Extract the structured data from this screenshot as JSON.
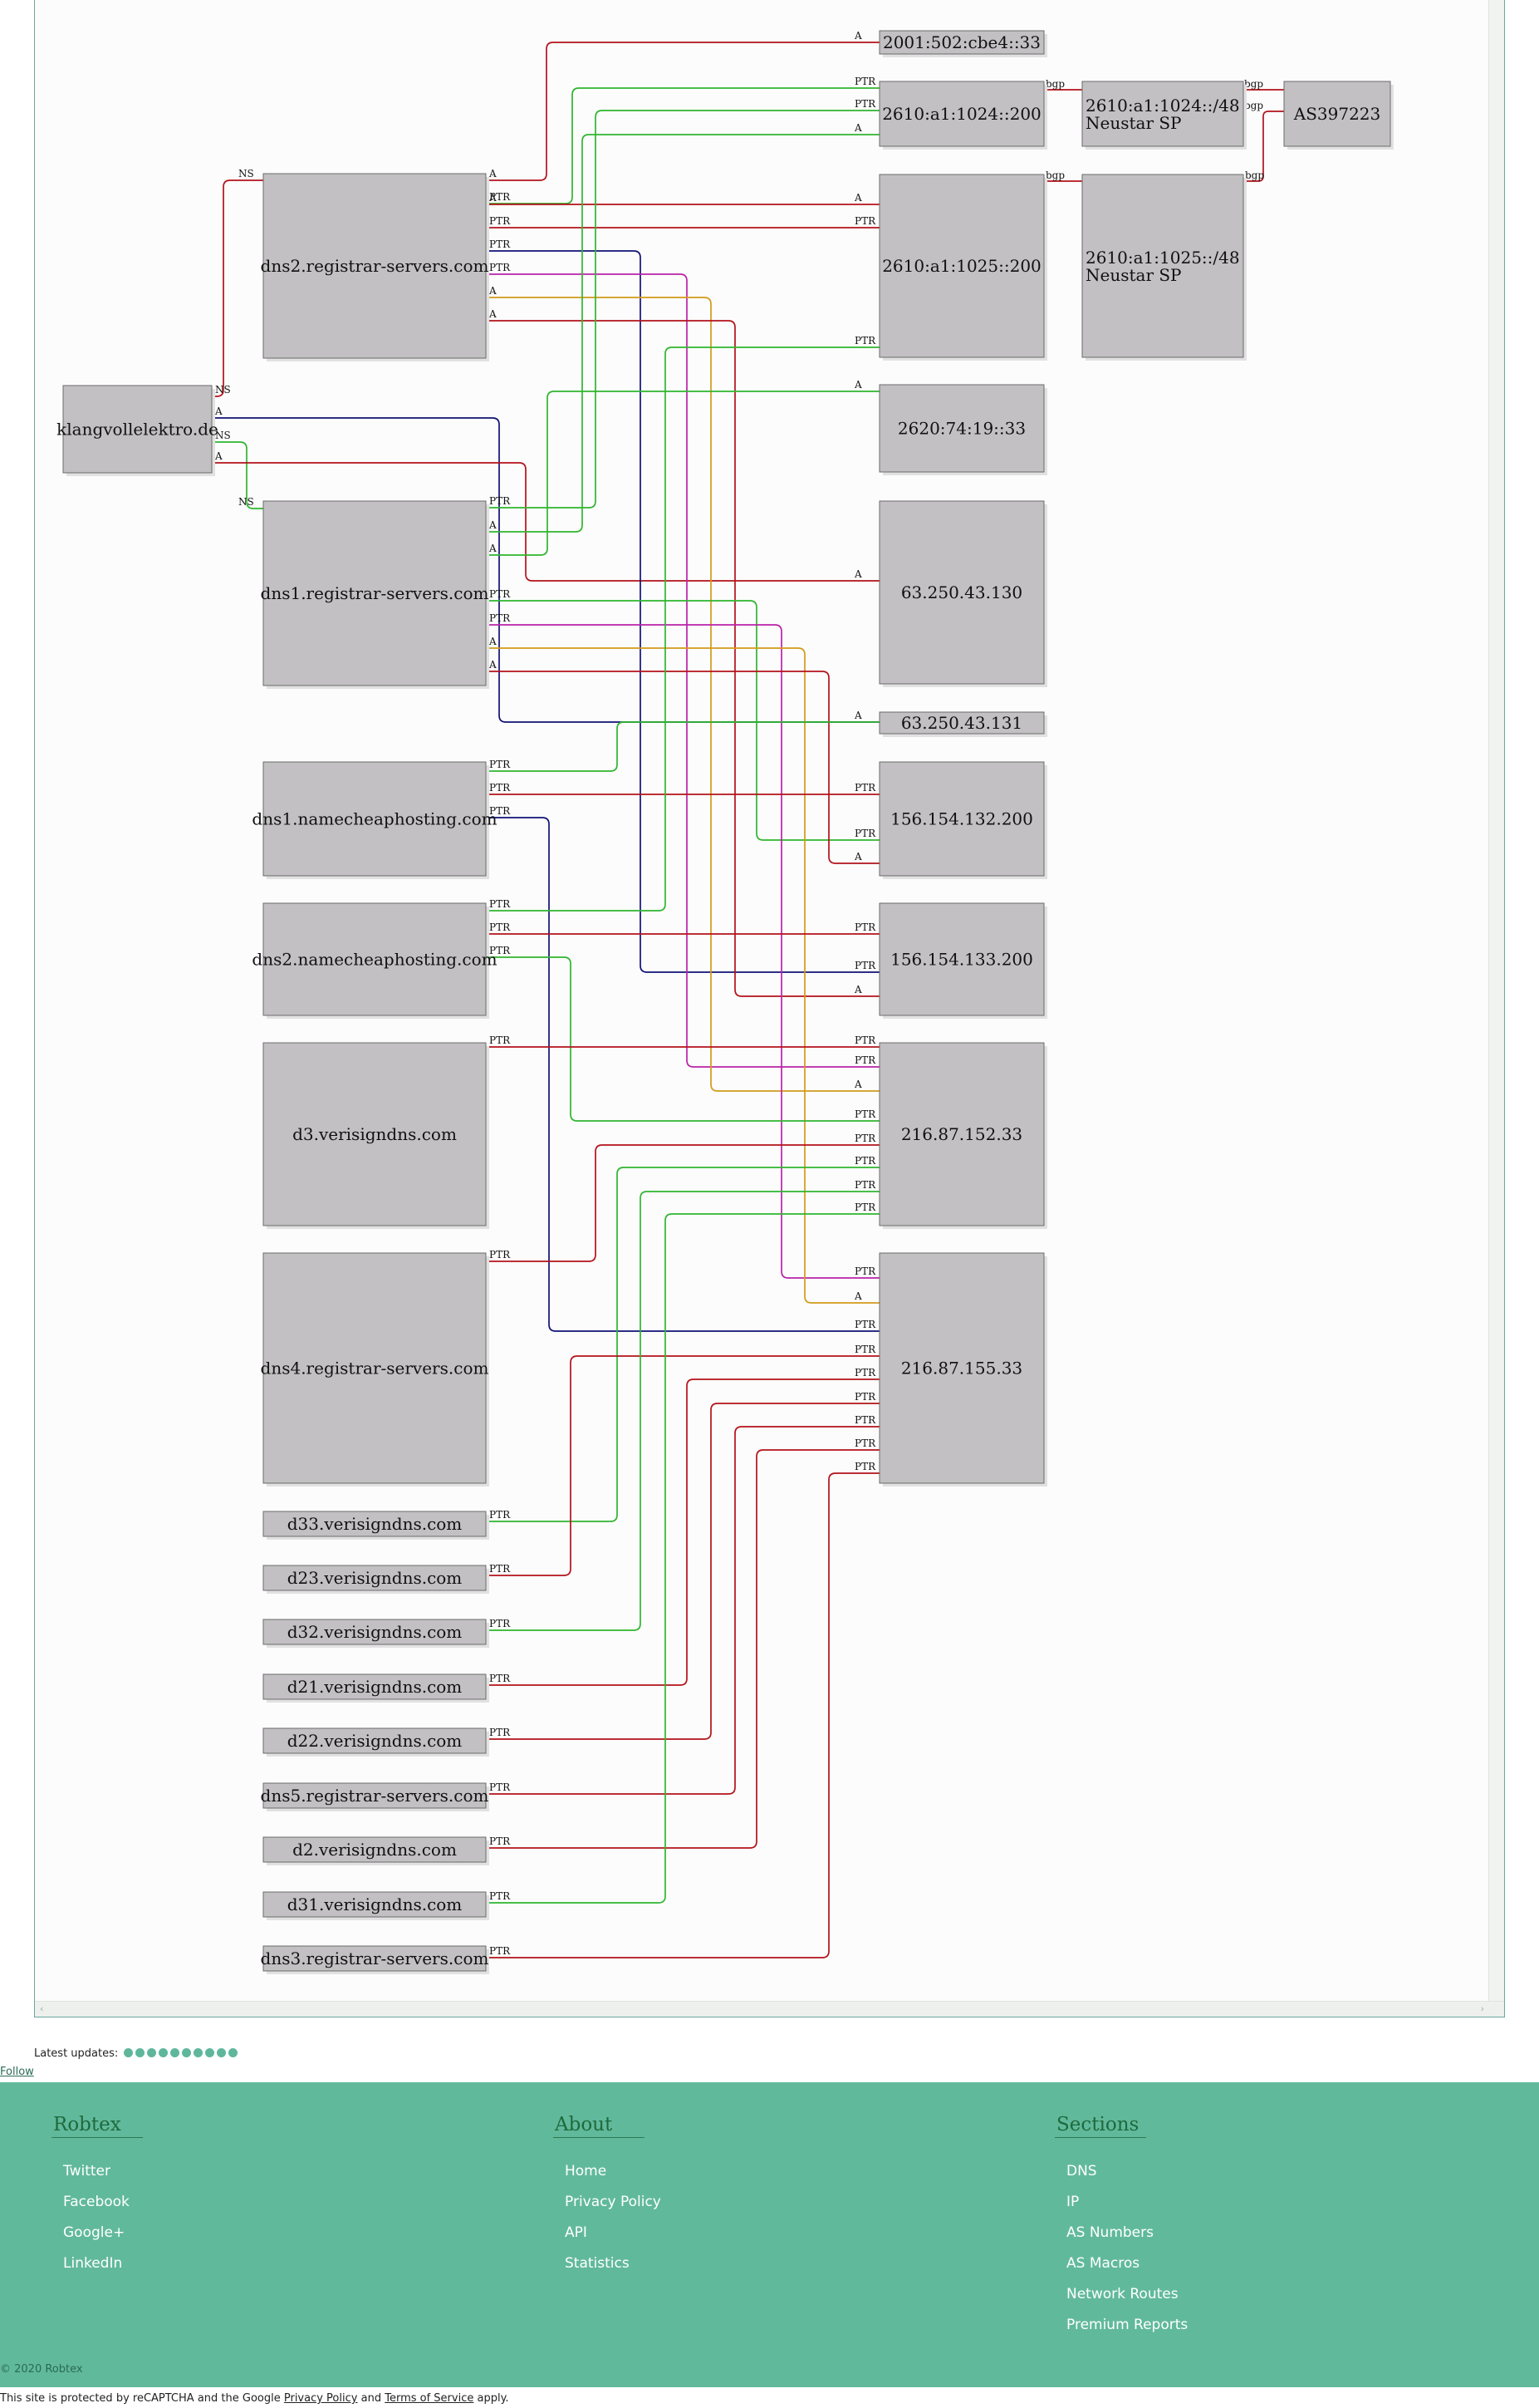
{
  "graph": {
    "nodes": [
      {
        "id": "klang",
        "label": "klangvollelektro.de"
      },
      {
        "id": "dns2rs",
        "label": "dns2.registrar-servers.com"
      },
      {
        "id": "dns1rs",
        "label": "dns1.registrar-servers.com"
      },
      {
        "id": "dns1nc",
        "label": "dns1.namecheaphosting.com"
      },
      {
        "id": "dns2nc",
        "label": "dns2.namecheaphosting.com"
      },
      {
        "id": "d3v",
        "label": "d3.verisigndns.com"
      },
      {
        "id": "dns4rs",
        "label": "dns4.registrar-servers.com"
      },
      {
        "id": "d33v",
        "label": "d33.verisigndns.com"
      },
      {
        "id": "d23v",
        "label": "d23.verisigndns.com"
      },
      {
        "id": "d32v",
        "label": "d32.verisigndns.com"
      },
      {
        "id": "d21v",
        "label": "d21.verisigndns.com"
      },
      {
        "id": "d22v",
        "label": "d22.verisigndns.com"
      },
      {
        "id": "dns5rs",
        "label": "dns5.registrar-servers.com"
      },
      {
        "id": "d2v",
        "label": "d2.verisigndns.com"
      },
      {
        "id": "d31v",
        "label": "d31.verisigndns.com"
      },
      {
        "id": "dns3rs",
        "label": "dns3.registrar-servers.com"
      },
      {
        "id": "ip1",
        "label": "2001:502:cbe4::33"
      },
      {
        "id": "ip2",
        "label": "2610:a1:1024::200"
      },
      {
        "id": "ip3",
        "label": "2610:a1:1025::200"
      },
      {
        "id": "ip4",
        "label": "2620:74:19::33"
      },
      {
        "id": "ip5",
        "label": "63.250.43.130"
      },
      {
        "id": "ip6",
        "label": "63.250.43.131"
      },
      {
        "id": "ip7",
        "label": "156.154.132.200"
      },
      {
        "id": "ip8",
        "label": "156.154.133.200"
      },
      {
        "id": "ip9",
        "label": "216.87.152.33"
      },
      {
        "id": "ip10",
        "label": "216.87.155.33"
      },
      {
        "id": "net1",
        "label": "2610:a1:1024::/48",
        "label2": "Neustar SP"
      },
      {
        "id": "net2",
        "label": "2610:a1:1025::/48",
        "label2": "Neustar SP"
      },
      {
        "id": "as",
        "label": "AS397223"
      }
    ],
    "edge_labels": {
      "ns": "NS",
      "a": "A",
      "ptr": "PTR",
      "bgp": "bgp"
    },
    "colors": {
      "red": "#b4121b",
      "green": "#2fb52f",
      "blue": "#111177",
      "magenta": "#bb22aa",
      "orange": "#d49a1a"
    }
  },
  "updates": {
    "label": "Latest updates:",
    "dot_count": 10
  },
  "follow": "Follow",
  "footer": {
    "columns": [
      {
        "title": "Robtex",
        "links": [
          "Twitter",
          "Facebook",
          "Google+",
          "LinkedIn"
        ]
      },
      {
        "title": "About",
        "links": [
          "Home",
          "Privacy Policy",
          "API",
          "Statistics"
        ]
      },
      {
        "title": "Sections",
        "links": [
          "DNS",
          "IP",
          "AS Numbers",
          "AS Macros",
          "Network Routes",
          "Premium Reports"
        ]
      }
    ],
    "copyright": "© 2020 Robtex"
  },
  "recaptcha": {
    "prefix": "This site is protected by reCAPTCHA and the Google",
    "privacy": "Privacy Policy",
    "and": "and",
    "terms": "Terms of Service",
    "suffix": "apply."
  }
}
